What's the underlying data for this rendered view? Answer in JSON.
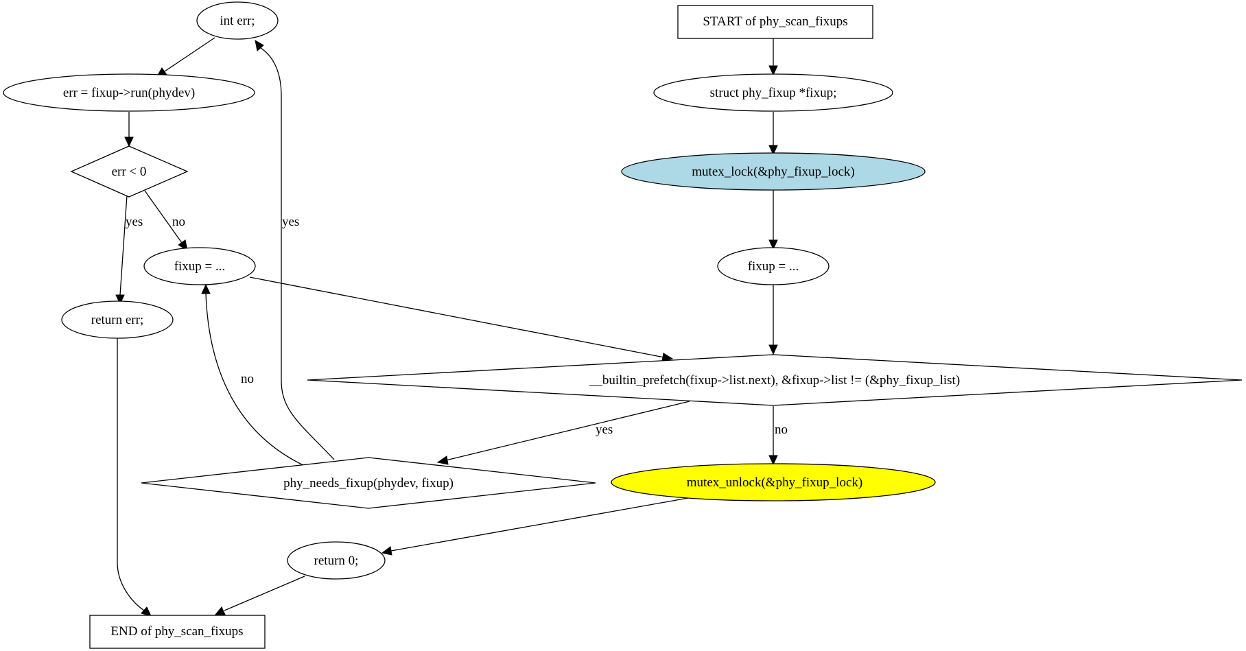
{
  "colors": {
    "background": "#ffffff",
    "stroke": "#000000",
    "highlight_blue": "#add8e6",
    "highlight_yellow": "#ffff00"
  },
  "nodes": {
    "int_err": "int err;",
    "err_assign": "err = fixup->run(phydev)",
    "err_check": "err < 0",
    "fixup_next": "fixup = ...",
    "return_err": "return err;",
    "start": "START of phy_scan_fixups",
    "fixup_decl": "struct phy_fixup *fixup;",
    "mutex_lock": "mutex_lock(&phy_fixup_lock)",
    "fixup_init": "fixup = ...",
    "loop_cond": "__builtin_prefetch(fixup->list.next), &fixup->list != (&phy_fixup_list)",
    "needs_fixup": "phy_needs_fixup(phydev, fixup)",
    "mutex_unlock": "mutex_unlock(&phy_fixup_lock)",
    "return_zero": "return 0;",
    "end": "END of phy_scan_fixups"
  },
  "edge_labels": {
    "err_yes": "yes",
    "err_no": "no",
    "needs_yes": "yes",
    "needs_no": "no",
    "loop_yes": "yes",
    "loop_no": "no"
  }
}
